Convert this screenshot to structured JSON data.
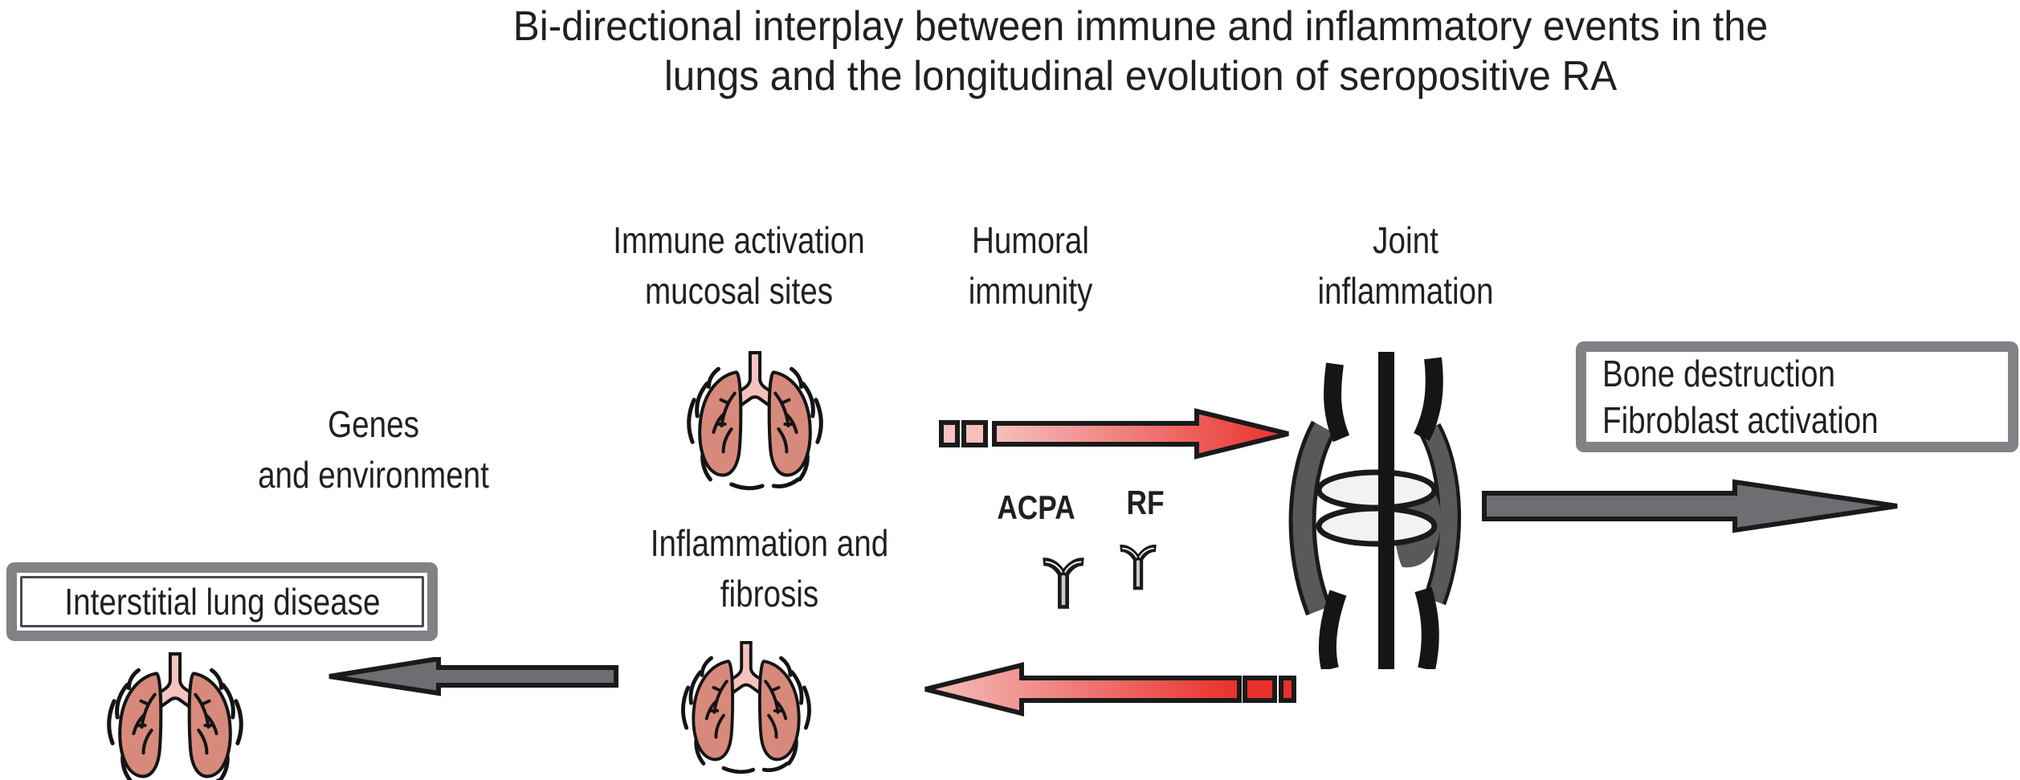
{
  "figure": {
    "title_line1": "Bi-directional interplay between immune and inflammatory events in the",
    "title_line2": "lungs and the longitudinal evolution of seropositive RA"
  },
  "labels": {
    "immune_activation_line1": "Immune activation",
    "immune_activation_line2": "mucosal sites",
    "humoral_line1": "Humoral",
    "humoral_line2": "immunity",
    "joint_line1": "Joint",
    "joint_line2": "inflammation",
    "genes_line1": "Genes",
    "genes_line2": "and environment",
    "inflammation_line1": "Inflammation and",
    "inflammation_line2": "fibrosis",
    "acpa": "ACPA",
    "rf": "RF"
  },
  "boxes": {
    "interstitial": "Interstitial lung disease",
    "bone_line1": "Bone destruction",
    "bone_line2": "Fibroblast activation"
  },
  "colors": {
    "text": "#231f20",
    "box_border": "#808285",
    "gray_arrow": "#6d6e71",
    "pink_light": "#f5c0bf",
    "red": "#e9302a",
    "lung_lobe": "#d78a7c",
    "lung_trachea": "#f4c3bf",
    "joint_gray": "#58595b",
    "cartilage": "#f2f2f3",
    "outline": "#1a1a1a",
    "antibody_stem": "#c9cacc"
  },
  "icons": {
    "lungs": "lungs-icon",
    "joint": "joint-icon",
    "antibody": "antibody-y-icon",
    "pink_arrow_right": "gradient-arrow-right-icon",
    "pink_arrow_left": "gradient-arrow-left-icon",
    "gray_arrow_right": "gray-arrow-right-icon",
    "gray_arrow_left": "gray-arrow-left-icon"
  }
}
